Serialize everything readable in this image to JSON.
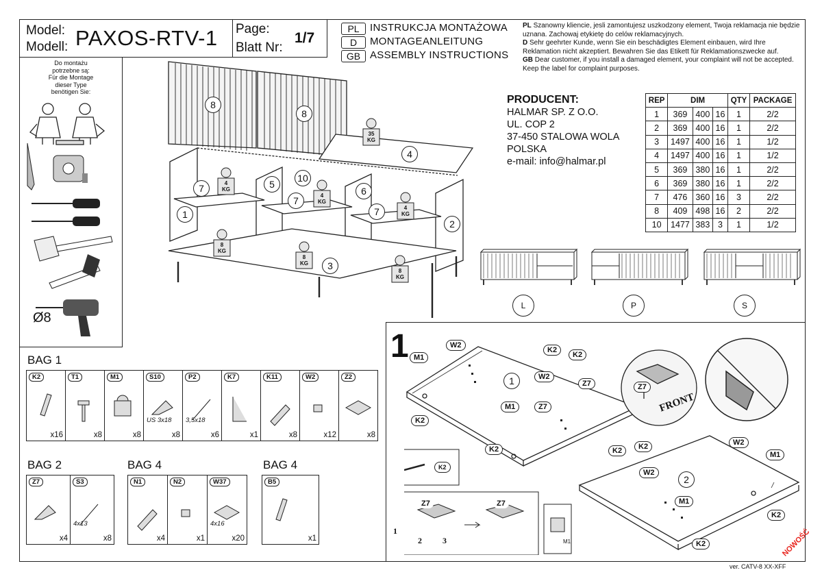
{
  "header": {
    "model_label_1": "Model:",
    "model_label_2": "Modell:",
    "model_name": "PAXOS-RTV-1",
    "page_label_1": "Page:",
    "page_label_2": "Blatt Nr:",
    "page_number": "1/7",
    "languages": [
      {
        "code": "PL",
        "title": "INSTRUKCJA MONTAŻOWA"
      },
      {
        "code": "D",
        "title": "MONTAGEANLEITUNG"
      },
      {
        "code": "GB",
        "title": "ASSEMBLY INSTRUCTIONS"
      }
    ]
  },
  "notice": [
    {
      "code": "PL",
      "text": "Szanowny kliencie, jesli zamontujesz uszkodzony element, Twoja reklamacja nie będzie uznana. Zachowaj etykietę do celów reklamacyjnych."
    },
    {
      "code": "D",
      "text": "Sehr geehrter Kunde, wenn Sie ein beschädigtes Element einbauen, wird Ihre Reklamation nicht akzeptiert. Bewahren Sie das Etikett für Reklamationszwecke auf."
    },
    {
      "code": "GB",
      "text": "Dear customer, if you install a damaged element, your complaint will not be accepted. Keep the label for complaint purposes."
    }
  ],
  "tools_box": {
    "line1": "Do montażu",
    "line2": "potrzebne są:",
    "line3": "Für die Montage",
    "line4": "dieser Type",
    "line5": "benötigen Sie:",
    "drill_size": "Ø8"
  },
  "producer": {
    "heading": "PRODUCENT:",
    "lines": [
      "HALMAR SP. Z O.O.",
      "UL. COP 2",
      "37-450 STALOWA WOLA",
      "POLSKA",
      "e-mail: info@halmar.pl"
    ]
  },
  "spec_table": {
    "headers": [
      "REP",
      "DIM",
      "QTY",
      "PACKAGE"
    ],
    "rows": [
      [
        "1",
        "369",
        "400",
        "16",
        "1",
        "2/2"
      ],
      [
        "2",
        "369",
        "400",
        "16",
        "1",
        "2/2"
      ],
      [
        "3",
        "1497",
        "400",
        "16",
        "1",
        "1/2"
      ],
      [
        "4",
        "1497",
        "400",
        "16",
        "1",
        "1/2"
      ],
      [
        "5",
        "369",
        "380",
        "16",
        "1",
        "2/2"
      ],
      [
        "6",
        "369",
        "380",
        "16",
        "1",
        "2/2"
      ],
      [
        "7",
        "476",
        "360",
        "16",
        "3",
        "2/2"
      ],
      [
        "8",
        "409",
        "498",
        "16",
        "2",
        "2/2"
      ],
      [
        "10",
        "1477",
        "383",
        "3",
        "1",
        "1/2"
      ]
    ]
  },
  "variants": [
    "L",
    "P",
    "S"
  ],
  "exploded_view": {
    "part_labels": [
      "8",
      "8",
      "4",
      "7",
      "5",
      "10",
      "6",
      "7",
      "7",
      "1",
      "2",
      "3"
    ],
    "weights": [
      {
        "value": "35",
        "unit": "KG"
      },
      {
        "value": "4",
        "unit": "KG"
      },
      {
        "value": "4",
        "unit": "KG"
      },
      {
        "value": "4",
        "unit": "KG"
      },
      {
        "value": "8",
        "unit": "KG"
      },
      {
        "value": "8",
        "unit": "KG"
      },
      {
        "value": "8",
        "unit": "KG"
      }
    ]
  },
  "bags": [
    {
      "title": "BAG 1",
      "parts": [
        {
          "code": "K2",
          "qty": "x16",
          "sub": ""
        },
        {
          "code": "T1",
          "qty": "x8",
          "sub": ""
        },
        {
          "code": "M1",
          "qty": "x8",
          "sub": ""
        },
        {
          "code": "S10",
          "qty": "x8",
          "sub": "US 3x18"
        },
        {
          "code": "P2",
          "qty": "x6",
          "sub": "3,5x18"
        },
        {
          "code": "K7",
          "qty": "x1",
          "sub": ""
        },
        {
          "code": "K11",
          "qty": "x8",
          "sub": ""
        },
        {
          "code": "W2",
          "qty": "x12",
          "sub": ""
        },
        {
          "code": "Z2",
          "qty": "x8",
          "sub": ""
        }
      ]
    },
    {
      "title": "BAG 2",
      "parts": [
        {
          "code": "Z7",
          "qty": "x4",
          "sub": ""
        },
        {
          "code": "S3",
          "qty": "x8",
          "sub": "4x13"
        }
      ]
    },
    {
      "title": "BAG 4",
      "parts": [
        {
          "code": "N1",
          "qty": "x4",
          "sub": ""
        },
        {
          "code": "N2",
          "qty": "x1",
          "sub": ""
        },
        {
          "code": "W37",
          "qty": "x20",
          "sub": "4x16"
        }
      ]
    },
    {
      "title": "BAG 4",
      "parts": [
        {
          "code": "B5",
          "qty": "x1",
          "sub": ""
        }
      ]
    }
  ],
  "step1": {
    "number": "1",
    "panel1_label": "1",
    "panel2_label": "2",
    "tags": [
      "W2",
      "M1",
      "K2",
      "K2",
      "W2",
      "Z7",
      "M1",
      "Z7",
      "K2",
      "K2",
      "Z7"
    ],
    "front_label": "FRONT",
    "panel2_tags": [
      "W2",
      "M1",
      "K2",
      "K2",
      "W2",
      "M1",
      "K2",
      "K2"
    ],
    "inset_tag": "K2",
    "hinge_tags": [
      "Z7",
      "Z7"
    ],
    "hinge_steps": [
      "1",
      "2",
      "3"
    ],
    "m1_small": "M1"
  },
  "footer": {
    "version": "ver. CATV-8 XX-XFF",
    "badge": "NOWOŚĆ"
  }
}
